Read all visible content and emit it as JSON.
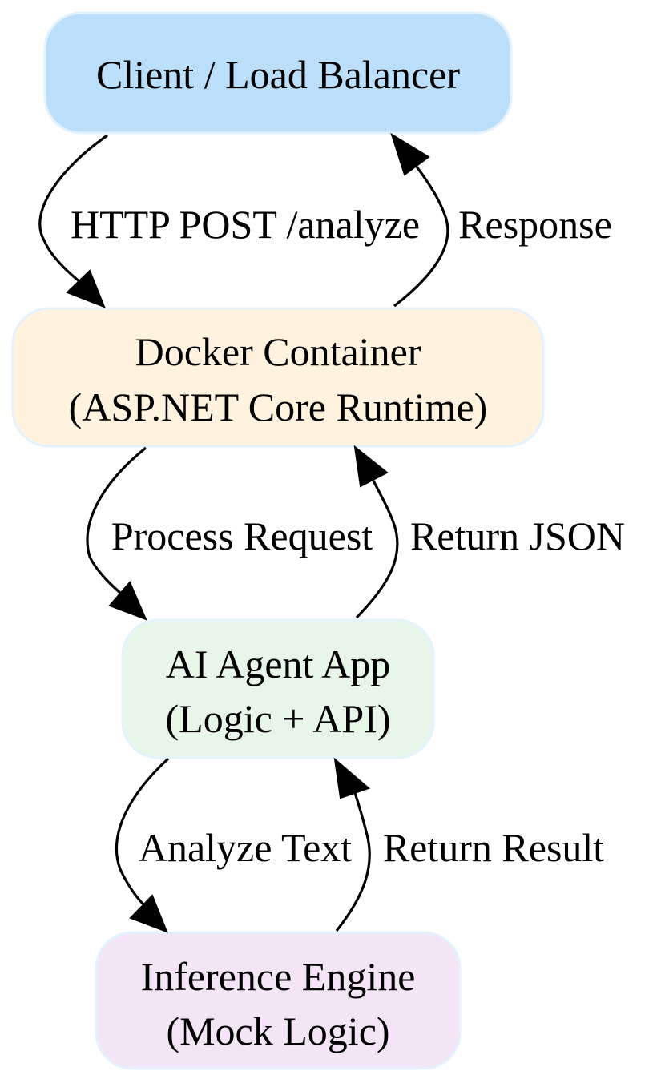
{
  "nodes": [
    {
      "id": "client",
      "lines": [
        "Client / Load Balancer"
      ],
      "fill": "#bbdefb",
      "stroke": "#e3f2fd"
    },
    {
      "id": "docker",
      "lines": [
        "Docker Container",
        "(ASP.NET Core Runtime)"
      ],
      "fill": "#fff3e0",
      "stroke": "#e3f2fd"
    },
    {
      "id": "agent",
      "lines": [
        "AI Agent App",
        "(Logic + API)"
      ],
      "fill": "#e8f5e9",
      "stroke": "#e3f2fd"
    },
    {
      "id": "engine",
      "lines": [
        "Inference Engine",
        "(Mock Logic)"
      ],
      "fill": "#f3e5f5",
      "stroke": "#e3f2fd"
    }
  ],
  "edges": [
    {
      "id": "client-to-docker",
      "from": "client",
      "to": "docker",
      "label": "HTTP POST /analyze"
    },
    {
      "id": "docker-to-client",
      "from": "docker",
      "to": "client",
      "label": "Response"
    },
    {
      "id": "docker-to-agent",
      "from": "docker",
      "to": "agent",
      "label": "Process Request"
    },
    {
      "id": "agent-to-docker",
      "from": "agent",
      "to": "docker",
      "label": "Return JSON"
    },
    {
      "id": "agent-to-engine",
      "from": "agent",
      "to": "engine",
      "label": "Analyze Text"
    },
    {
      "id": "engine-to-agent",
      "from": "engine",
      "to": "agent",
      "label": "Return Result"
    }
  ]
}
